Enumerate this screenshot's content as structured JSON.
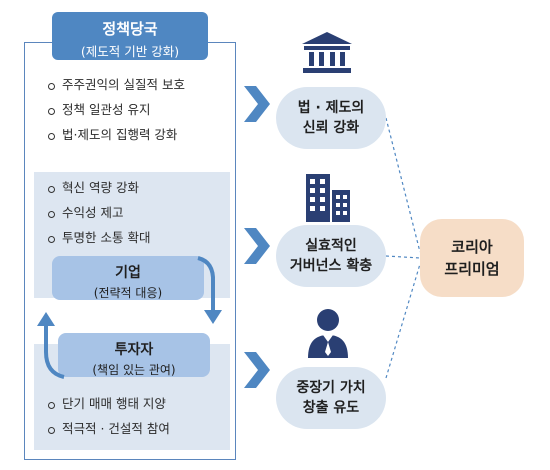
{
  "policy": {
    "title": "정책당국",
    "subtitle": "(제도적 기반 강화)"
  },
  "policy_items": [
    "주주권익의 실질적 보호",
    "정책 일관성 유지",
    "법·제도의 집행력 강화"
  ],
  "company_items": [
    "혁신 역량 강화",
    "수익성 제고",
    "투명한 소통 확대"
  ],
  "company": {
    "title": "기업",
    "subtitle": "(전략적 대응)"
  },
  "investor": {
    "title": "투자자",
    "subtitle": "(책임 있는 관여)"
  },
  "investor_items": [
    "단기 매매 행태 지양",
    "적극적 · 건설적 참여"
  ],
  "outcomes": [
    {
      "line1": "법 · 제도의",
      "line2": "신뢰 강화",
      "icon": "bank-building-icon"
    },
    {
      "line1": "실효적인",
      "line2": "거버넌스 확충",
      "icon": "office-building-icon"
    },
    {
      "line1": "중장기 가치",
      "line2": "창출 유도",
      "icon": "person-icon"
    }
  ],
  "result": {
    "line1": "코리아",
    "line2": "프리미엄"
  },
  "colors": {
    "frame": "#5b86bd",
    "title_bg": "#4f87c2",
    "shade": "#dde6f1",
    "chip": "#a7c3e6",
    "arrow": "#4f87c2",
    "pill": "#dbe5f0",
    "premium": "#f6ddc7",
    "icon": "#2a3f73"
  }
}
